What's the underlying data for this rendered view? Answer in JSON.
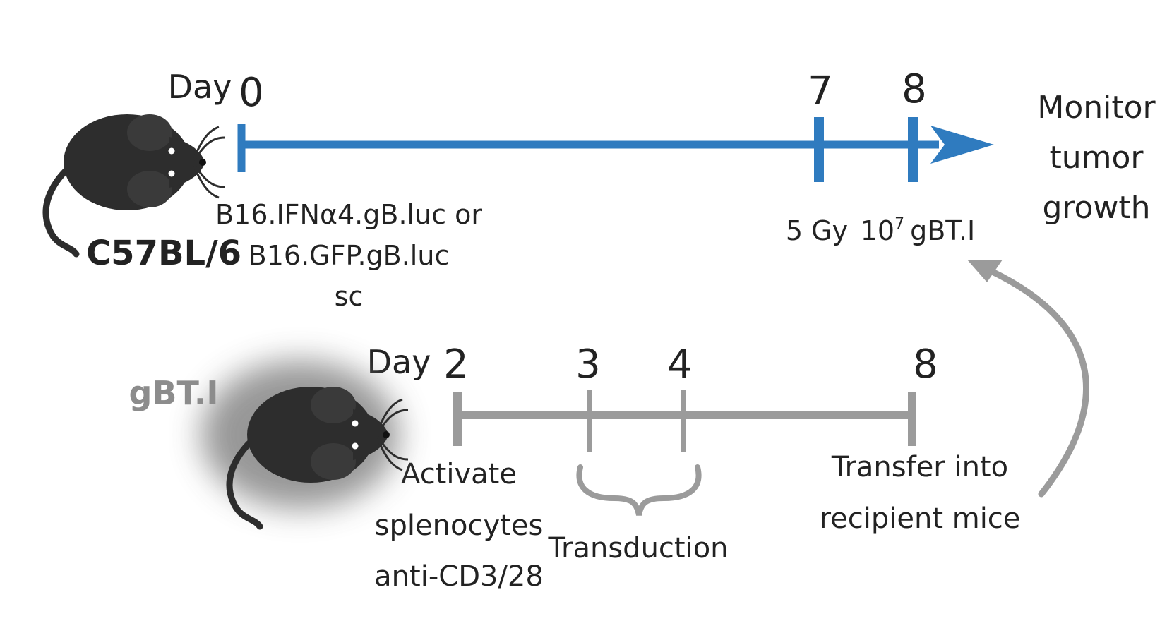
{
  "colors": {
    "primary_timeline": "#2f7bbf",
    "secondary_timeline": "#9b9b9b",
    "mouse_body": "#2d2d2d",
    "mouse_glow": "#8c8c8c",
    "text": "#222222",
    "strain_secondary_label": "#8c8c8c"
  },
  "recipient": {
    "strain_label": "C57BL/6",
    "day_word": "Day",
    "days": [
      "0",
      "7",
      "8"
    ],
    "injection_lines": [
      "B16.IFNα4.gB.luc or",
      "B16.GFP.gB.luc",
      "sc"
    ],
    "irradiation": "5 Gy",
    "transfer_base": "10",
    "transfer_exp": "7",
    "transfer_cells": "gBT.I",
    "end_lines": [
      "Monitor",
      "tumor",
      "growth"
    ]
  },
  "donor": {
    "strain_label": "gBT.I",
    "day_word": "Day",
    "days": [
      "2",
      "3",
      "4",
      "8"
    ],
    "activate_lines": [
      "Activate",
      "splenocytes",
      "anti-CD3/28"
    ],
    "transduction": "Transduction",
    "transfer_lines": [
      "Transfer into",
      "recipient mice"
    ]
  },
  "icons": [
    "mouse-icon",
    "glowing-mouse-icon",
    "timeline-arrowhead-icon",
    "curved-arrow-icon",
    "curly-brace-icon"
  ]
}
